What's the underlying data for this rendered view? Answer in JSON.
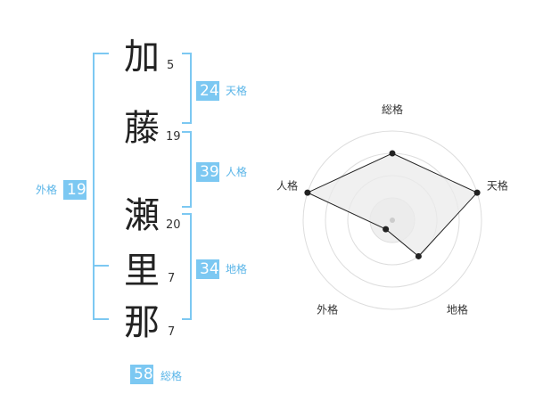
{
  "name": {
    "chars": [
      {
        "char": "加",
        "strokes": "5"
      },
      {
        "char": "藤",
        "strokes": "19"
      },
      {
        "char": "瀬",
        "strokes": "20"
      },
      {
        "char": "里",
        "strokes": "7"
      },
      {
        "char": "那",
        "strokes": "7"
      }
    ]
  },
  "kakusu": {
    "tenkaku": {
      "value": "24",
      "label": "天格"
    },
    "jinkaku": {
      "value": "39",
      "label": "人格"
    },
    "chikaku": {
      "value": "34",
      "label": "地格"
    },
    "gaikaku": {
      "value": "19",
      "label": "外格"
    },
    "soukaku": {
      "value": "58",
      "label": "総格"
    }
  },
  "colors": {
    "bracket": "#7cc8f2",
    "badge": "#7cc8f2",
    "badge_label": "#5ab5e8",
    "radar_fill": "#ebebeb",
    "radar_line": "#222222"
  },
  "chart_data": {
    "type": "radar",
    "axes": [
      "総格",
      "天格",
      "地格",
      "外格",
      "人格"
    ],
    "range": [
      0,
      4
    ],
    "rings": 4,
    "values": [
      3,
      4,
      2,
      0.5,
      4
    ]
  }
}
